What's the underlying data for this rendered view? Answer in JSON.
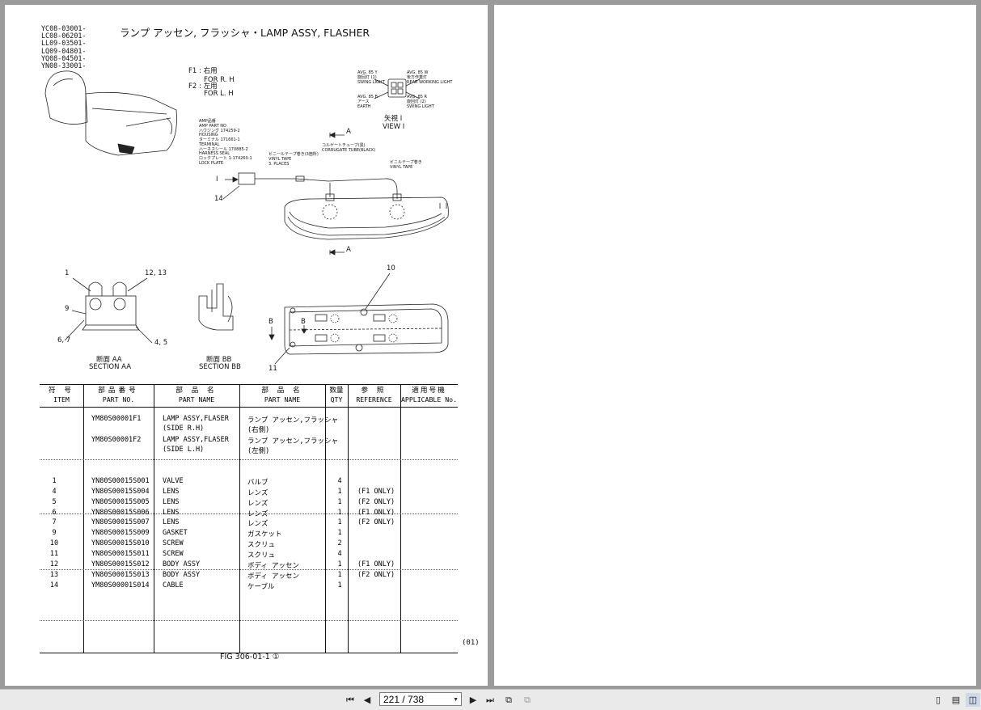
{
  "viewer": {
    "page_current": "221",
    "page_total": "738",
    "page_display": "221 / 738",
    "icons": [
      "first-page-icon",
      "prev-page-icon",
      "dropdown-icon",
      "next-page-icon",
      "last-page-icon",
      "fit-page-icon",
      "fit-width-icon",
      "single-page-view-icon",
      "continuous-view-icon",
      "two-page-view-icon"
    ]
  },
  "sheet": {
    "model_codes": [
      "YC08-03001-",
      "LC08-06201-",
      "LL09-03501-",
      "LQ09-04801-",
      "YQ08-04501-",
      "YN08-33001-"
    ],
    "title": "ランプ アッセン, フラッシャ・LAMP ASSY, FLASHER",
    "legend_f1_jp": "F1 : 右用",
    "legend_f1_en": "FOR R. H",
    "legend_f2_jp": "F2 : 左用",
    "legend_f2_en": "FOR L. H",
    "view_jp": "矢視 I",
    "view_en": "VIEW I",
    "arrow_a": "A",
    "arrow_i": "I",
    "arrow_b": "B",
    "callouts": {
      "c14": "14",
      "c10": "10",
      "c11": "11",
      "c1": "1",
      "c1213": "12, 13",
      "c9": "9",
      "c67": "6, 7",
      "c45": "4, 5"
    },
    "section_aa_jp": "断面 AA",
    "section_aa_en": "SECTION AA",
    "section_bb_jp": "断面 BB",
    "section_bb_en": "SECTION BB",
    "tiny_notes": {
      "amp": "AMP品番\nAMP PART NO\nハウジング 174259-2\nHOUSING\nターミナル 171661-1\nTERMINAL\nハーネスシール 170885-2\nHARNESS SEAL\nロックプレート 1-174260-1\nLOCK PLATE",
      "vinyl_tape": "ビニールテープ巻き(3箇所)\nVINYL TAPE\n3. PLACES",
      "corrugate": "コルゲートチューブ(黒)\nCORRUGATE TUBE(BLACK)",
      "vinyl_tape2": "ビニルテープ巻き\nVINYL TAPE",
      "wire_y": "AVG. 85 Y\n旋回灯 (1)\nSWING LIGHT",
      "wire_w": "AVG. 85 W\n後方作業灯\nREAR WORKING LIGHT",
      "wire_b": "AVG. 85 B\nアース\nEARTH",
      "wire_r": "AVG. 85 R\n旋回灯 (2)\nSWING LIGHT"
    },
    "table": {
      "headers": [
        {
          "jp": "符 号",
          "en": "ITEM"
        },
        {
          "jp": "部品番号",
          "en": "PART NO."
        },
        {
          "jp": "部 品 名",
          "en": "PART NAME"
        },
        {
          "jp": "部 品 名",
          "en": "PART NAME"
        },
        {
          "jp": "数量",
          "en": "QTY"
        },
        {
          "jp": "参 照",
          "en": "REFERENCE"
        },
        {
          "jp": "適用号機",
          "en": "APPLICABLE No."
        }
      ],
      "assy_rows": [
        {
          "part_no": "YM80S00001F1",
          "name1": "LAMP ASSY,FLASER",
          "name2": "(SIDE R.H)",
          "jp1": "ランプ アッセン,フラッシャ",
          "jp2": "(右側)"
        },
        {
          "part_no": "YM80S00001F2",
          "name1": "LAMP ASSY,FLASER",
          "name2": "(SIDE L.H)",
          "jp1": "ランプ アッセン,フラッシャ",
          "jp2": "(左側)"
        }
      ],
      "rows": [
        {
          "item": "1",
          "part_no": "YN80S00015S001",
          "name": "VALVE",
          "jp": "バルブ",
          "qty": "4",
          "ref": ""
        },
        {
          "item": "4",
          "part_no": "YN80S00015S004",
          "name": "LENS",
          "jp": "レンズ",
          "qty": "1",
          "ref": "(F1 ONLY)"
        },
        {
          "item": "5",
          "part_no": "YN80S00015S005",
          "name": "LENS",
          "jp": "レンズ",
          "qty": "1",
          "ref": "(F2 ONLY)"
        },
        {
          "item": "6",
          "part_no": "YN80S00015S006",
          "name": "LENS",
          "jp": "レンズ",
          "qty": "1",
          "ref": "(F1 ONLY)"
        },
        {
          "item": "7",
          "part_no": "YN80S00015S007",
          "name": "LENS",
          "jp": "レンズ",
          "qty": "1",
          "ref": "(F2 ONLY)"
        },
        {
          "item": "9",
          "part_no": "YN80S00015S009",
          "name": "GASKET",
          "jp": "ガスケット",
          "qty": "1",
          "ref": ""
        },
        {
          "item": "10",
          "part_no": "YN80S00015S010",
          "name": "SCREW",
          "jp": "スクリュ",
          "qty": "2",
          "ref": ""
        },
        {
          "item": "11",
          "part_no": "YN80S00015S011",
          "name": "SCREW",
          "jp": "スクリュ",
          "qty": "4",
          "ref": ""
        },
        {
          "item": "12",
          "part_no": "YN80S00015S012",
          "name": "BODY ASSY",
          "jp": "ボディ アッセン",
          "qty": "1",
          "ref": "(F1 ONLY)"
        },
        {
          "item": "13",
          "part_no": "YN80S00015S013",
          "name": "BODY ASSY",
          "jp": "ボディ アッセン",
          "qty": "1",
          "ref": "(F2 ONLY)"
        },
        {
          "item": "14",
          "part_no": "YM80S00001S014",
          "name": "CABLE",
          "jp": "ケーブル",
          "qty": "1",
          "ref": ""
        }
      ]
    },
    "revision": "(01)",
    "figure": "FIG 306-01-1 ①"
  }
}
